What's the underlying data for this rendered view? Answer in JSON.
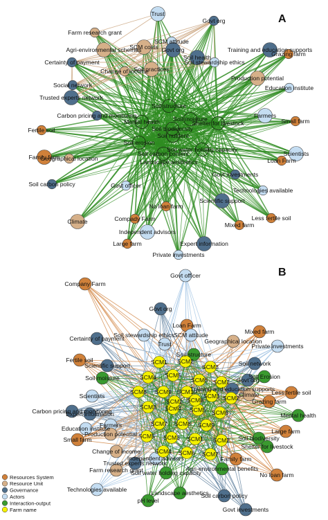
{
  "colors": {
    "resources_system": "#d0813a",
    "resource_unit": "#d6b089",
    "governance": "#4f6f8c",
    "actors": "#c4ddf2",
    "interaction_output": "#3a9a2f",
    "farm_name": "#f4f000",
    "edge_green": "#2f8c22",
    "edge_tan": "#c9a27c",
    "edge_orange": "#d48a4a",
    "edge_blue": "#6b8aa5",
    "edge_lightblue": "#a9c9e6"
  },
  "panels": [
    {
      "letter": "A",
      "center": "Landscape aesthetics",
      "nodes": [
        {
          "label": "Trust",
          "cat": "actors",
          "size": 3
        },
        {
          "label": "Govt org",
          "cat": "governance",
          "size": 2
        },
        {
          "label": "Farm research grant",
          "cat": "resource_unit",
          "size": 2
        },
        {
          "label": "SCM attitude",
          "cat": "actors",
          "size": 2
        },
        {
          "label": "Agri-environmental schemes",
          "cat": "resource_unit",
          "size": 3
        },
        {
          "label": "SCM costs",
          "cat": "resource_unit",
          "size": 3
        },
        {
          "label": "Soil health",
          "cat": "governance",
          "size": 3
        },
        {
          "label": "Govt org",
          "cat": "governance",
          "size": 3
        },
        {
          "label": "Training and education supports",
          "cat": "governance",
          "size": 3
        },
        {
          "label": "Certainty of payment",
          "cat": "governance",
          "size": 2
        },
        {
          "label": "Grazing farm",
          "cat": "resources_system",
          "size": 2
        },
        {
          "label": "Change of income",
          "cat": "resource_unit",
          "size": 2
        },
        {
          "label": "Soil practices",
          "cat": "resource_unit",
          "size": 3
        },
        {
          "label": "Soil stewardship ethics",
          "cat": "actors",
          "size": 2
        },
        {
          "label": "Production potential",
          "cat": "resource_unit",
          "size": 3
        },
        {
          "label": "Social network",
          "cat": "governance",
          "size": 2
        },
        {
          "label": "Education institute",
          "cat": "actors",
          "size": 2
        },
        {
          "label": "Trusted experts network",
          "cat": "governance",
          "size": 3
        },
        {
          "label": "Carbon pricing and monitoring",
          "cat": "governance",
          "size": 2
        },
        {
          "label": "Soil structure",
          "cat": "interaction_output",
          "size": 3
        },
        {
          "label": "Mental health",
          "cat": "interaction_output",
          "size": 2
        },
        {
          "label": "Soil moisture",
          "cat": "interaction_output",
          "size": 2
        },
        {
          "label": "Shelter for livestock",
          "cat": "interaction_output",
          "size": 2
        },
        {
          "label": "Farmers",
          "cat": "actors",
          "size": 3
        },
        {
          "label": "Small farm",
          "cat": "resources_system",
          "size": 2
        },
        {
          "label": "Fertile soil",
          "cat": "resources_system",
          "size": 2
        },
        {
          "label": "Soil biodiversity",
          "cat": "interaction_output",
          "size": 2
        },
        {
          "label": "Soil nutrient",
          "cat": "interaction_output",
          "size": 2
        },
        {
          "label": "Soil erosion",
          "cat": "interaction_output",
          "size": 2
        },
        {
          "label": "Soil carbon content",
          "cat": "interaction_output",
          "size": 2
        },
        {
          "label": "Soil water holding capacity",
          "cat": "interaction_output",
          "size": 2
        },
        {
          "label": "Family farm",
          "cat": "resources_system",
          "size": 3
        },
        {
          "label": "Geographical location",
          "cat": "resource_unit",
          "size": 2
        },
        {
          "label": "Scientists",
          "cat": "actors",
          "size": 3
        },
        {
          "label": "Loan Farm",
          "cat": "resources_system",
          "size": 2
        },
        {
          "label": "Soil carbon policy",
          "cat": "governance",
          "size": 2
        },
        {
          "label": "Govt investments",
          "cat": "governance",
          "size": 2
        },
        {
          "label": "Govt officer",
          "cat": "actors",
          "size": 2
        },
        {
          "label": "Technologies available",
          "cat": "actors",
          "size": 2
        },
        {
          "label": "Scientific support",
          "cat": "governance",
          "size": 3
        },
        {
          "label": "No loan farm",
          "cat": "resources_system",
          "size": 2
        },
        {
          "label": "Climate",
          "cat": "resource_unit",
          "size": 3
        },
        {
          "label": "Compady Farm",
          "cat": "resources_system",
          "size": 2
        },
        {
          "label": "Less fertile soil",
          "cat": "resources_system",
          "size": 2
        },
        {
          "label": "Mixed farm",
          "cat": "resources_system",
          "size": 2
        },
        {
          "label": "Independent advisors",
          "cat": "actors",
          "size": 3
        },
        {
          "label": "Large farm",
          "cat": "resources_system",
          "size": 2
        },
        {
          "label": "Expert information",
          "cat": "governance",
          "size": 3
        },
        {
          "label": "Private investments",
          "cat": "actors",
          "size": 2
        }
      ]
    },
    {
      "letter": "B",
      "nodes": [
        {
          "label": "Govt officer",
          "cat": "actors",
          "size": 2
        },
        {
          "label": "Company Farm",
          "cat": "resources_system",
          "size": 2
        },
        {
          "label": "Govt org",
          "cat": "governance",
          "size": 2
        },
        {
          "label": "Loan Farm",
          "cat": "resources_system",
          "size": 2
        },
        {
          "label": "Mixed farm",
          "cat": "resources_system",
          "size": 2
        },
        {
          "label": "Certainty of payment",
          "cat": "governance",
          "size": 2
        },
        {
          "label": "Soil stewardship ethics",
          "cat": "actors",
          "size": 2
        },
        {
          "label": "SCM attitude",
          "cat": "actors",
          "size": 2
        },
        {
          "label": "Geographical location",
          "cat": "resource_unit",
          "size": 2
        },
        {
          "label": "Private investments",
          "cat": "actors",
          "size": 2
        },
        {
          "label": "Trust",
          "cat": "actors",
          "size": 2
        },
        {
          "label": "Soil structure",
          "cat": "interaction_output",
          "size": 2
        },
        {
          "label": "Fertile soil",
          "cat": "resources_system",
          "size": 2
        },
        {
          "label": "Scientific support",
          "cat": "governance",
          "size": 2
        },
        {
          "label": "Soil network",
          "cat": "governance",
          "size": 2
        },
        {
          "label": "Soil Erosion",
          "cat": "interaction_output",
          "size": 2
        },
        {
          "label": "Soil moisture",
          "cat": "interaction_output",
          "size": 2
        },
        {
          "label": "Govt org",
          "cat": "governance",
          "size": 2
        },
        {
          "label": "Less fertile soil",
          "cat": "resources_system",
          "size": 2
        },
        {
          "label": "Scientists",
          "cat": "actors",
          "size": 2
        },
        {
          "label": "Training and education supports",
          "cat": "governance",
          "size": 2
        },
        {
          "label": "Climate",
          "cat": "resource_unit",
          "size": 2
        },
        {
          "label": "Carbon pricing and monitoring",
          "cat": "governance",
          "size": 2
        },
        {
          "label": "Expert information",
          "cat": "governance",
          "size": 2
        },
        {
          "label": "Grazing farm",
          "cat": "resources_system",
          "size": 2
        },
        {
          "label": "Mental health",
          "cat": "interaction_output",
          "size": 2
        },
        {
          "label": "Education institute",
          "cat": "actors",
          "size": 2
        },
        {
          "label": "Farmers",
          "cat": "actors",
          "size": 2
        },
        {
          "label": "Production potential",
          "cat": "resource_unit",
          "size": 2
        },
        {
          "label": "Large farm",
          "cat": "resources_system",
          "size": 2
        },
        {
          "label": "Small farm",
          "cat": "resources_system",
          "size": 2
        },
        {
          "label": "Soil biodiversity",
          "cat": "interaction_output",
          "size": 2
        },
        {
          "label": "Shelter for livestock",
          "cat": "interaction_output",
          "size": 2
        },
        {
          "label": "Change of income",
          "cat": "resource_unit",
          "size": 2
        },
        {
          "label": "Independent advisors",
          "cat": "actors",
          "size": 2
        },
        {
          "label": "Trusted experts network",
          "cat": "governance",
          "size": 2
        },
        {
          "label": "Family farm",
          "cat": "resources_system",
          "size": 2
        },
        {
          "label": "Farm research grant",
          "cat": "resource_unit",
          "size": 2
        },
        {
          "label": "Soil water holding capacity",
          "cat": "interaction_output",
          "size": 2
        },
        {
          "label": "Agri-environmental benefits",
          "cat": "interaction_output",
          "size": 2
        },
        {
          "label": "No loan farm",
          "cat": "resources_system",
          "size": 2
        },
        {
          "label": "Technologies available",
          "cat": "actors",
          "size": 2
        },
        {
          "label": "Landscape aesthetics",
          "cat": "interaction_output",
          "size": 2
        },
        {
          "label": "Soil carbon policy",
          "cat": "governance",
          "size": 2
        },
        {
          "label": "pH level",
          "cat": "interaction_output",
          "size": 2
        },
        {
          "label": "Govt investments",
          "cat": "governance",
          "size": 2
        }
      ],
      "scm_nodes": [
        "SCM1",
        "SCM2",
        "SCM3",
        "SCM4",
        "SCM5",
        "SCM6",
        "SCM7",
        "SCM8",
        "SCM9",
        "SCM10",
        "SCM1",
        "SCM2",
        "SCM3",
        "SCM4",
        "SCM5",
        "SCM6",
        "SCM7",
        "SCM8",
        "SCM9",
        "SCM2",
        "SCM3",
        "SCM5",
        "SCM1",
        "SCM4",
        "SCM6",
        "SCM7",
        "SCM2",
        "SCM8"
      ]
    }
  ],
  "legend": [
    {
      "label": "Resources System",
      "color": "resources_system"
    },
    {
      "label": "Resource Unit",
      "color": "resource_unit"
    },
    {
      "label": "Governance",
      "color": "governance"
    },
    {
      "label": "Actors",
      "color": "actors"
    },
    {
      "label": "Interaction-output",
      "color": "interaction_output"
    },
    {
      "label": "Farm name",
      "color": "farm_name"
    }
  ]
}
